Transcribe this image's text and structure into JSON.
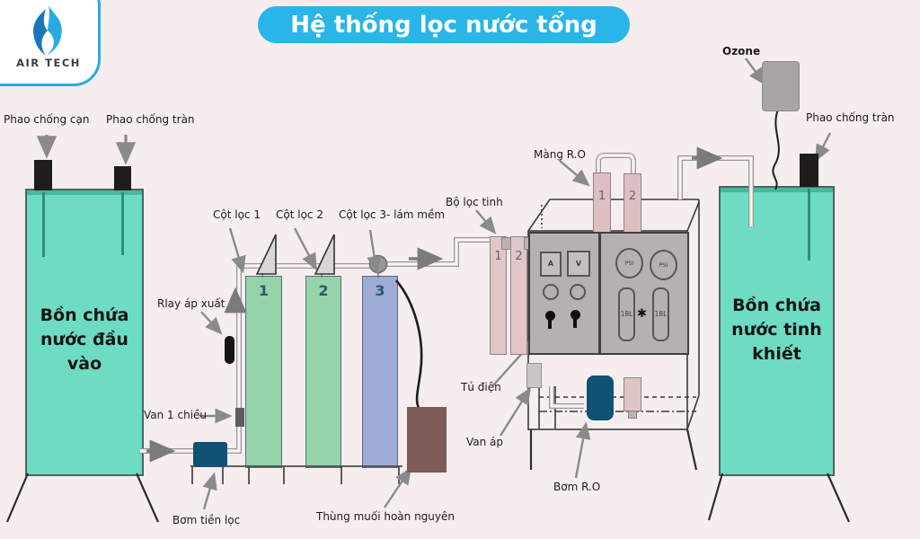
{
  "page": {
    "background": "#f6edef"
  },
  "logo": {
    "brand": "AIR TECH",
    "accent_color": "#29abe2",
    "flame_icon": "flame-icon"
  },
  "banner": {
    "title": "Hệ thống lọc nước tổng",
    "bg": "#29b5e8"
  },
  "labels": {
    "phao_chong_can": "Phao chống cạn",
    "phao_chong_tran": "Phao chống tràn",
    "cot_loc_1": "Cột lọc 1",
    "cot_loc_2": "Cột lọc 2",
    "cot_loc_3": "Cột lọc 3- lám mềm",
    "rlay_ap_xuat": "Rlay áp xuất",
    "van_1_chieu": "Van 1 chiều",
    "bom_tien_loc": "Bơm tiền lọc",
    "thung_muoi": "Thùng muối hoàn nguyên",
    "bo_loc_tinh": "Bộ lọc tinh",
    "mang_ro": "Màng R.O",
    "tu_dien": "Tủ điện",
    "van_ap": "Van áp",
    "bom_ro": "Bơm R.O",
    "ozone": "Ozone",
    "phao_chong_tran_right": "Phao chống tràn"
  },
  "tanks": {
    "left": {
      "line1": "Bồn chứa",
      "line2": "nước đầu vào",
      "color": "#6edcc2"
    },
    "right": {
      "line1": "Bồn chứa",
      "line2": "nước tinh",
      "line3": "khiết",
      "color": "#6edcc2"
    }
  },
  "filter_columns": [
    {
      "number": "1",
      "color": "#95d4a9"
    },
    {
      "number": "2",
      "color": "#95d4a9"
    },
    {
      "number": "3",
      "color": "#9dabd5"
    }
  ],
  "fine_filter": {
    "col1": "1",
    "col2": "2"
  },
  "ro_membranes": {
    "col1": "1",
    "col2": "2"
  },
  "control_panel": {
    "ammeter": "A",
    "voltmeter": "V",
    "psi_left": "PSI",
    "psi_right": "PSI",
    "flow_left": "18L",
    "flow_right": "18L"
  },
  "colors": {
    "column_green": "#95d4a9",
    "column_blue": "#9dabd5",
    "pink": "#e2c6c7",
    "salt_brown": "#7d5b57",
    "pump_navy": "#0f5273",
    "panel_gray": "#b5b1b1",
    "ozone_gray": "#a9a5a5",
    "pipe_outline": "#9a9696",
    "arrow_gray": "#8a8a8a"
  }
}
